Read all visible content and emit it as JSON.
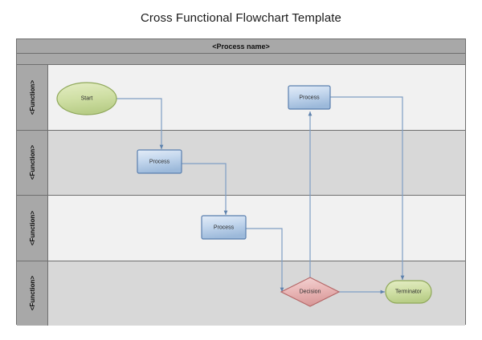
{
  "page": {
    "title": "Cross Functional Flowchart Template"
  },
  "diagram": {
    "process_name": "<Process name>",
    "lanes": [
      {
        "label": "<Function>"
      },
      {
        "label": "<Function>"
      },
      {
        "label": "<Function>"
      },
      {
        "label": "<Function>"
      }
    ],
    "shapes": [
      {
        "id": "start",
        "type": "terminator-ellipse",
        "label": "Start",
        "lane": 0
      },
      {
        "id": "process1",
        "type": "process",
        "label": "Process",
        "lane": 1
      },
      {
        "id": "process2",
        "type": "process",
        "label": "Process",
        "lane": 2
      },
      {
        "id": "decision",
        "type": "decision",
        "label": "Decision",
        "lane": 3
      },
      {
        "id": "terminator",
        "type": "terminator-stadium",
        "label": "Terminator",
        "lane": 3
      },
      {
        "id": "process3",
        "type": "process",
        "label": "Process",
        "lane": 0
      }
    ],
    "colors": {
      "frame_border": "#6f6f6f",
      "header_fill": "#a8a8a8",
      "lane_light": "#f1f1f1",
      "lane_dark": "#d8d8d8",
      "process_fill": "#b4cbe6",
      "process_stroke": "#5a7fae",
      "start_fill": "#cfdfa4",
      "start_stroke": "#8fa85a",
      "decision_fill": "#e8b4b4",
      "decision_stroke": "#b56868",
      "connector": "#7f9ec4"
    }
  }
}
